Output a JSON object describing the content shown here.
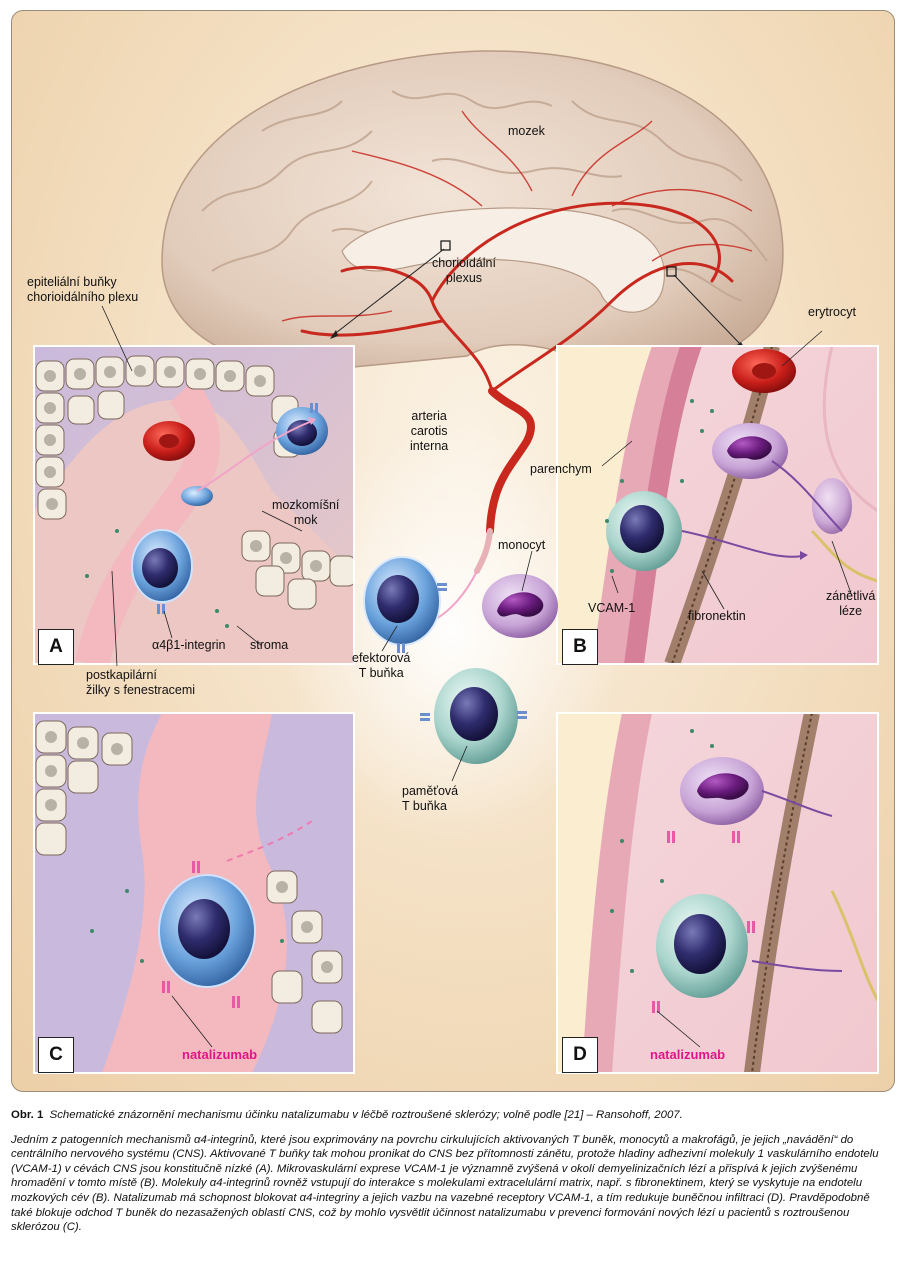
{
  "figure": {
    "labels": {
      "brain": "mozek",
      "choroid_plexus": "chorioidální\nplexus",
      "epithelial_cells": "epiteliální buňky\nchorioidálního plexu",
      "erythrocyte": "erytrocyt",
      "artery": "arteria\ncarotis\ninterna",
      "parenchyma": "parenchym",
      "csf": "mozkomíšní\nmok",
      "monocyte": "monocyt",
      "integrin": "α4β1-integrin",
      "stroma": "stroma",
      "vcam": "VCAM-1",
      "fibronectin": "fibronektin",
      "lesion": "zánětlivá\nléze",
      "effector_t": "efektorová\nT buňka",
      "venules": "postkapilární\nžilky s fenestracemi",
      "memory_t": "paměťová\nT buňka",
      "natalizumab_c": "natalizumab",
      "natalizumab_d": "natalizumab"
    },
    "panels": [
      "A",
      "B",
      "C",
      "D"
    ],
    "colors": {
      "background": "#f3dec0",
      "brain": "#e6d2c2",
      "vessel": "#c8281e",
      "cell_blue": "#4a86c8",
      "nucleus": "#2e2a6a",
      "monocyte": "#7a2a8a",
      "memory_cell": "#a7cfc8",
      "natalizumab": "#e0158a"
    }
  },
  "caption": {
    "title_label": "Obr. 1",
    "title_text": "Schematické znázornění mechanismu účinku natalizumabu v léčbě roztroušené sklerózy; volně podle [21] – Ransohoff, 2007.",
    "body": "Jedním z patogenních mechanismů α4-integrinů, které jsou exprimovány na povrchu cirkulujících aktivovaných T buněk, monocytů a makrofágů, je jejich „navádění“ do centrálního nervového systému (CNS). Aktivované T buňky tak mohou pronikat do CNS bez přítomnosti zánětu, protože hladiny adhezivní molekuly 1 vaskulárního endotelu (VCAM-1) v cévách CNS jsou konstitučně nízké (A). Mikrovaskulární exprese VCAM-1 je významně zvýšená v okolí demyelinizačních lézí a přispívá k jejich zvýšenému hromadění v tomto místě (B). Molekuly α4-integrinů rovněž vstupují do interakce s molekulami extracelulární matrix, např. s fibronektinem, který se vyskytuje na endotelu mozkových cév (B). Natalizumab má schopnost blokovat α4-integriny a jejich vazbu na vazebné receptory VCAM-1, a tím redukuje buněčnou infiltraci (D). Pravděpodobně také blokuje odchod T buněk do nezasažených oblastí CNS, což by mohlo vysvětlit účinnost natalizumabu v prevenci formování nových lézí u pacientů s roztroušenou sklerózou (C)."
  }
}
